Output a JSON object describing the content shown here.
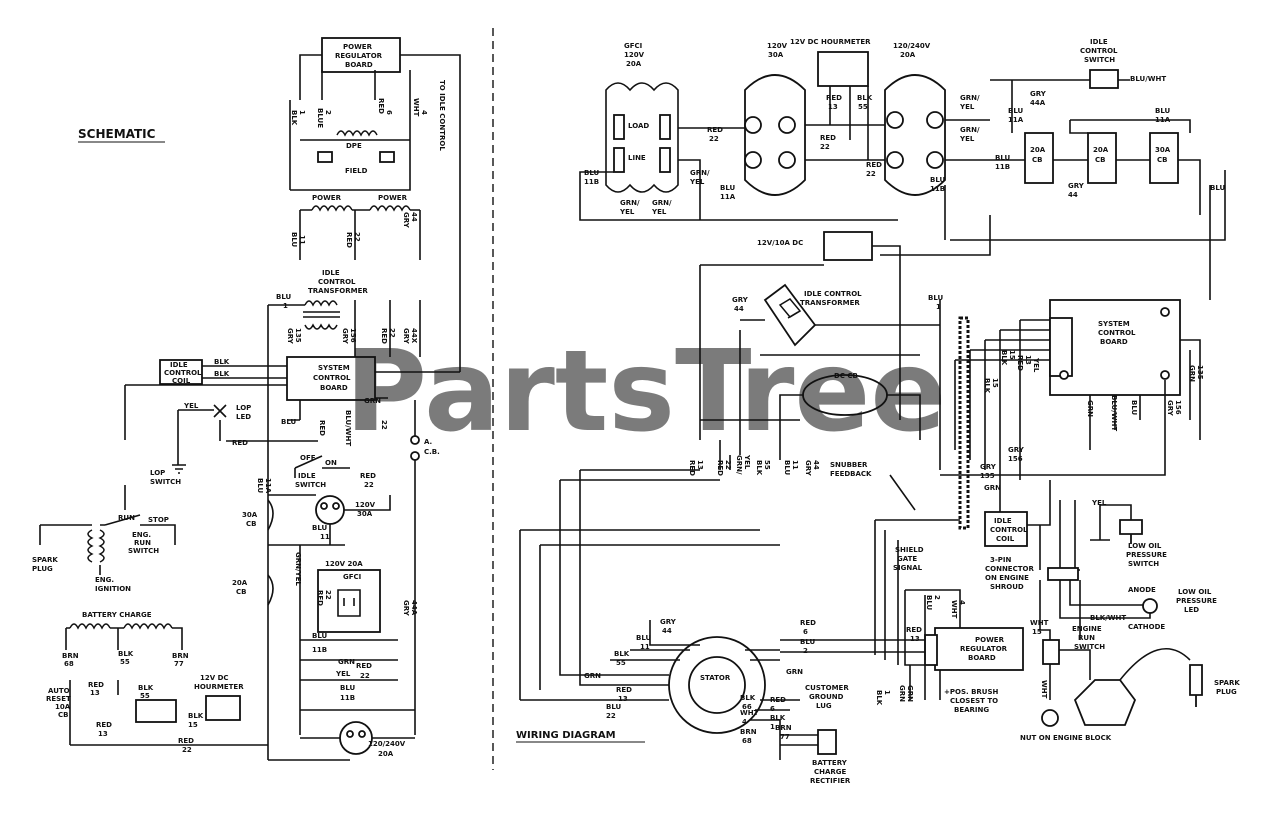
{
  "schematic": {
    "title": "SCHEMATIC",
    "power_regulator_board": [
      "POWER",
      "REGULATOR",
      "BOARD"
    ],
    "dpe": "DPE",
    "field": "FIELD",
    "power_left": "POWER",
    "power_right": "POWER",
    "idle_control_transformer": [
      "IDLE",
      "CONTROL",
      "TRANSFORMER"
    ],
    "system_control_board": [
      "SYSTEM",
      "CONTROL",
      "BOARD"
    ],
    "idle_control_coil": [
      "IDLE",
      "CONTROL",
      "COIL"
    ],
    "vertical_label": "TO IDLE CONTROL",
    "lop_led": [
      "LOP",
      "LED"
    ],
    "lop_switch": [
      "LOP",
      "SWITCH"
    ],
    "off": "OFF",
    "on": "ON",
    "idle_switch": [
      "IDLE",
      "SWITCH"
    ],
    "run": "RUN",
    "stop": "STOP",
    "eng_run_switch": [
      "ENG.",
      "RUN",
      "SWITCH"
    ],
    "spark_plug": [
      "SPARK",
      "PLUG"
    ],
    "eng_ignition": [
      "ENG.",
      "IGNITION"
    ],
    "battery_charge": "BATTERY CHARGE",
    "cb_30a": [
      "30A",
      "CB"
    ],
    "r_120v_30a": [
      "120V",
      "30A"
    ],
    "gfci_120v_20a": [
      "120V 20A",
      "GFCI"
    ],
    "hourmeter": [
      "12V DC",
      "HOURMETER"
    ],
    "auto_reset": [
      "AUTO",
      "RESET",
      "10A",
      "CB"
    ],
    "r_120_240": [
      "120/240V",
      "20A"
    ],
    "cb_20a": [
      "20A",
      "CB"
    ],
    "ac_cb": [
      "A.",
      "C.B."
    ],
    "wire_labels": [
      "BLK",
      "BLUE",
      "RED",
      "WHT",
      "1",
      "2",
      "6",
      "4",
      "BLU",
      "11",
      "RED",
      "22",
      "GRY",
      "44",
      "BLU",
      "1",
      "GRY",
      "GRY",
      "135",
      "156",
      "RED",
      "22",
      "GRY",
      "44X",
      "BLK",
      "BLK",
      "YEL",
      "GRN",
      "BLU",
      "RED",
      "BLU/WHT",
      "RED",
      "22",
      "BLU",
      "11A",
      "RED",
      "22",
      "BLU",
      "11",
      "GRN/YEL",
      "RED",
      "22",
      "BLU",
      "11B",
      "GRN",
      "YEL",
      "RED",
      "22",
      "BLU",
      "11B",
      "GRY",
      "44A",
      "BRN",
      "68",
      "BLK",
      "55",
      "BRN",
      "77",
      "RED",
      "13",
      "BLK",
      "55",
      "RED",
      "13",
      "RED",
      "22",
      "BLK",
      "15"
    ]
  },
  "wiring": {
    "title": "WIRING DIAGRAM",
    "gfci": [
      "GFCI",
      "120V",
      "20A"
    ],
    "load": "LOAD",
    "line": "LINE",
    "hourmeter": "12V DC HOURMETER",
    "r_120v_30a": [
      "120V",
      "30A"
    ],
    "r_120_240": [
      "120/240V",
      "20A"
    ],
    "idle_control_switch": [
      "IDLE",
      "CONTROL",
      "SWITCH"
    ],
    "blu_wht": "BLU/WHT",
    "cb_20a_a": [
      "20A",
      "CB"
    ],
    "cb_20a_b": [
      "20A",
      "CB"
    ],
    "cb_30a": [
      "30A",
      "CB"
    ],
    "dc_12v_10a": "12V/10A DC",
    "idle_control_transformer": [
      "IDLE CONTROL",
      "TRANSFORMER"
    ],
    "dc_cb": "DC CB",
    "system_control_board": [
      "SYSTEM",
      "CONTROL",
      "BOARD"
    ],
    "snubber": [
      "SNUBBER",
      "FEEDBACK"
    ],
    "shield_gate": [
      "SHIELD",
      "GATE",
      "SIGNAL"
    ],
    "idle_control_coil": [
      "IDLE",
      "CONTROL",
      "COIL"
    ],
    "three_pin": [
      "3-PIN",
      "CONNECTOR",
      "ON ENGINE",
      "SHROUD"
    ],
    "low_oil_switch": [
      "LOW OIL",
      "PRESSURE",
      "SWITCH"
    ],
    "anode": "ANODE",
    "cathode": "CATHODE",
    "low_oil_led": [
      "LOW OIL",
      "PRESSURE",
      "LED"
    ],
    "blk_wht": "BLK/WHT",
    "engine_run_switch": [
      "ENGINE",
      "RUN",
      "SWITCH"
    ],
    "spark_plug": [
      "SPARK",
      "PLUG"
    ],
    "nut": "NUT ON ENGINE BLOCK",
    "power_regulator": [
      "POWER",
      "REGULATOR",
      "BOARD"
    ],
    "pos_brush": [
      "+POS. BRUSH",
      "CLOSEST TO",
      "BEARING"
    ],
    "stator": "STATOR",
    "customer_ground": [
      "CUSTOMER",
      "GROUND",
      "LUG"
    ],
    "battery_rectifier": [
      "BATTERY",
      "CHARGE",
      "RECTIFIER"
    ],
    "wire_labels": [
      "RED",
      "22",
      "BLU",
      "11B",
      "GRN/",
      "YEL",
      "GRN/",
      "YEL",
      "GRN/",
      "YEL",
      "BLU",
      "11A",
      "RED",
      "13",
      "BLK",
      "55",
      "RED",
      "22",
      "GRN/",
      "YEL",
      "GRN/",
      "YEL",
      "RED",
      "22",
      "BLU",
      "11B",
      "GRY",
      "44A",
      "BLU",
      "11A",
      "BLU",
      "11A",
      "BLU",
      "11B",
      "GRY",
      "44",
      "BLU",
      "GRY",
      "44",
      "BLU",
      "1",
      "RED",
      "13",
      "GRN/",
      "YEL",
      "RED",
      "22",
      "BLK",
      "55",
      "BLU",
      "11",
      "GRY",
      "44",
      "BLK",
      "15",
      "BLK",
      "15",
      "RED",
      "13",
      "YEL",
      "GRN",
      "BLU/WHT",
      "BLU",
      "GRY",
      "156",
      "GRN",
      "135",
      "GRY",
      "156",
      "GRY",
      "135",
      "GRN",
      "YEL",
      "WHT",
      "15",
      "GRY",
      "44",
      "RED",
      "6",
      "BLU",
      "2",
      "BLU",
      "11",
      "BLK",
      "55",
      "GRN",
      "RED",
      "13",
      "BLU",
      "22",
      "GRN",
      "RED",
      "6",
      "BLK",
      "1",
      "WHT",
      "4",
      "BLU",
      "2",
      "RED",
      "13",
      "BRN",
      "77",
      "BRN",
      "68",
      "BLK",
      "66",
      "WHT",
      "4",
      "BLK",
      "1",
      "GRN",
      "GRN",
      "WHT"
    ]
  },
  "watermark": "PartsTree"
}
